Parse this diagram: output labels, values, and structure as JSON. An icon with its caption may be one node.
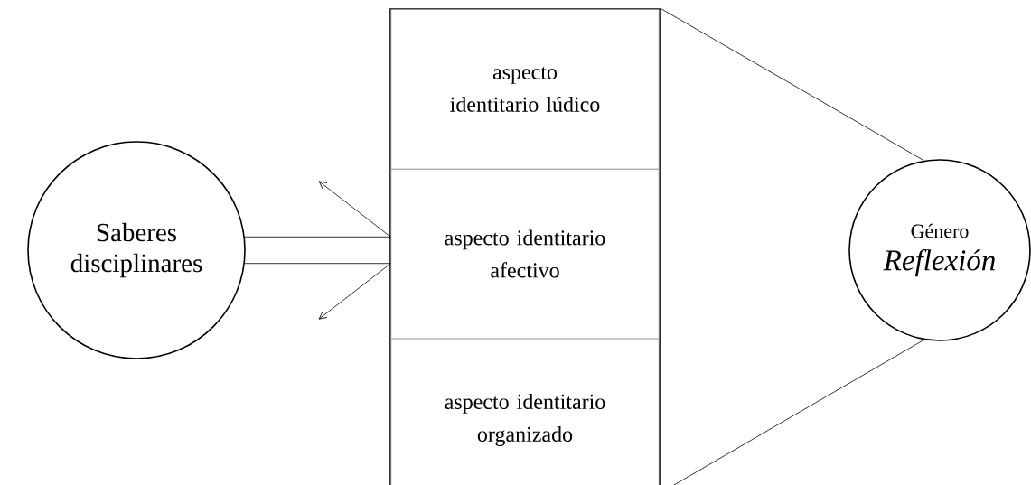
{
  "diagram": {
    "nodes": [
      {
        "text": [
          "Saberes disciplinares"
        ]
      },
      {
        "text": [],
        "shape": "box"
      },
      {
        "text": [
          "aspecto identitario lúdico"
        ],
        "in": 1
      },
      {
        "text": [
          "aspecto identitario afectivo"
        ],
        "in": 1
      },
      {
        "text": [
          "aspecto identitario organizado"
        ],
        "in": 1
      },
      {
        "text": [
          "Género",
          "Reflexión"
        ]
      }
    ],
    "edges": [
      {
        "from": 0,
        "to": 3,
        "arrow": "none"
      },
      {
        "from": 0,
        "to": 3,
        "arrow": "none"
      },
      {
        "from": 3,
        "to": null,
        "arrow": "to"
      },
      {
        "from": 3,
        "to": null,
        "arrow": "to"
      },
      {
        "from": 1,
        "to": 5,
        "arrow": "none"
      },
      {
        "from": 1,
        "to": 5,
        "arrow": "none"
      }
    ]
  }
}
